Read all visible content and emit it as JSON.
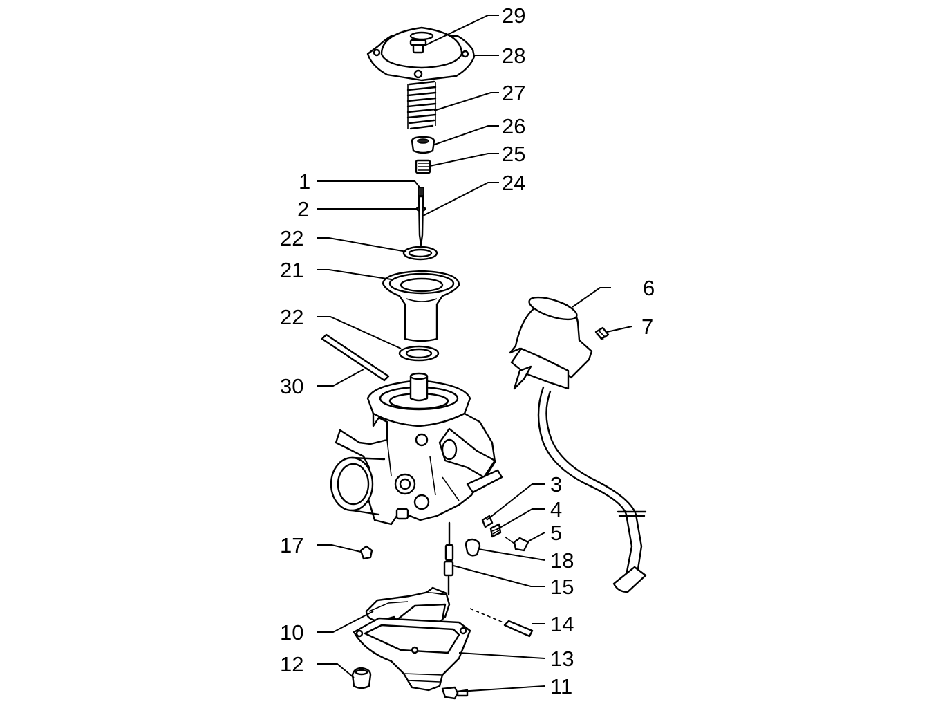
{
  "callouts": [
    {
      "id": "29",
      "text": "29"
    },
    {
      "id": "28",
      "text": "28"
    },
    {
      "id": "27",
      "text": "27"
    },
    {
      "id": "26",
      "text": "26"
    },
    {
      "id": "25",
      "text": "25"
    },
    {
      "id": "1",
      "text": "1"
    },
    {
      "id": "24",
      "text": "24"
    },
    {
      "id": "2",
      "text": "2"
    },
    {
      "id": "22a",
      "text": "22"
    },
    {
      "id": "21",
      "text": "21"
    },
    {
      "id": "6",
      "text": "6"
    },
    {
      "id": "7",
      "text": "7"
    },
    {
      "id": "22b",
      "text": "22"
    },
    {
      "id": "30",
      "text": "30"
    },
    {
      "id": "3",
      "text": "3"
    },
    {
      "id": "4",
      "text": "4"
    },
    {
      "id": "5",
      "text": "5"
    },
    {
      "id": "17",
      "text": "17"
    },
    {
      "id": "18",
      "text": "18"
    },
    {
      "id": "15",
      "text": "15"
    },
    {
      "id": "14",
      "text": "14"
    },
    {
      "id": "10",
      "text": "10"
    },
    {
      "id": "13",
      "text": "13"
    },
    {
      "id": "12",
      "text": "12"
    },
    {
      "id": "11",
      "text": "11"
    }
  ]
}
